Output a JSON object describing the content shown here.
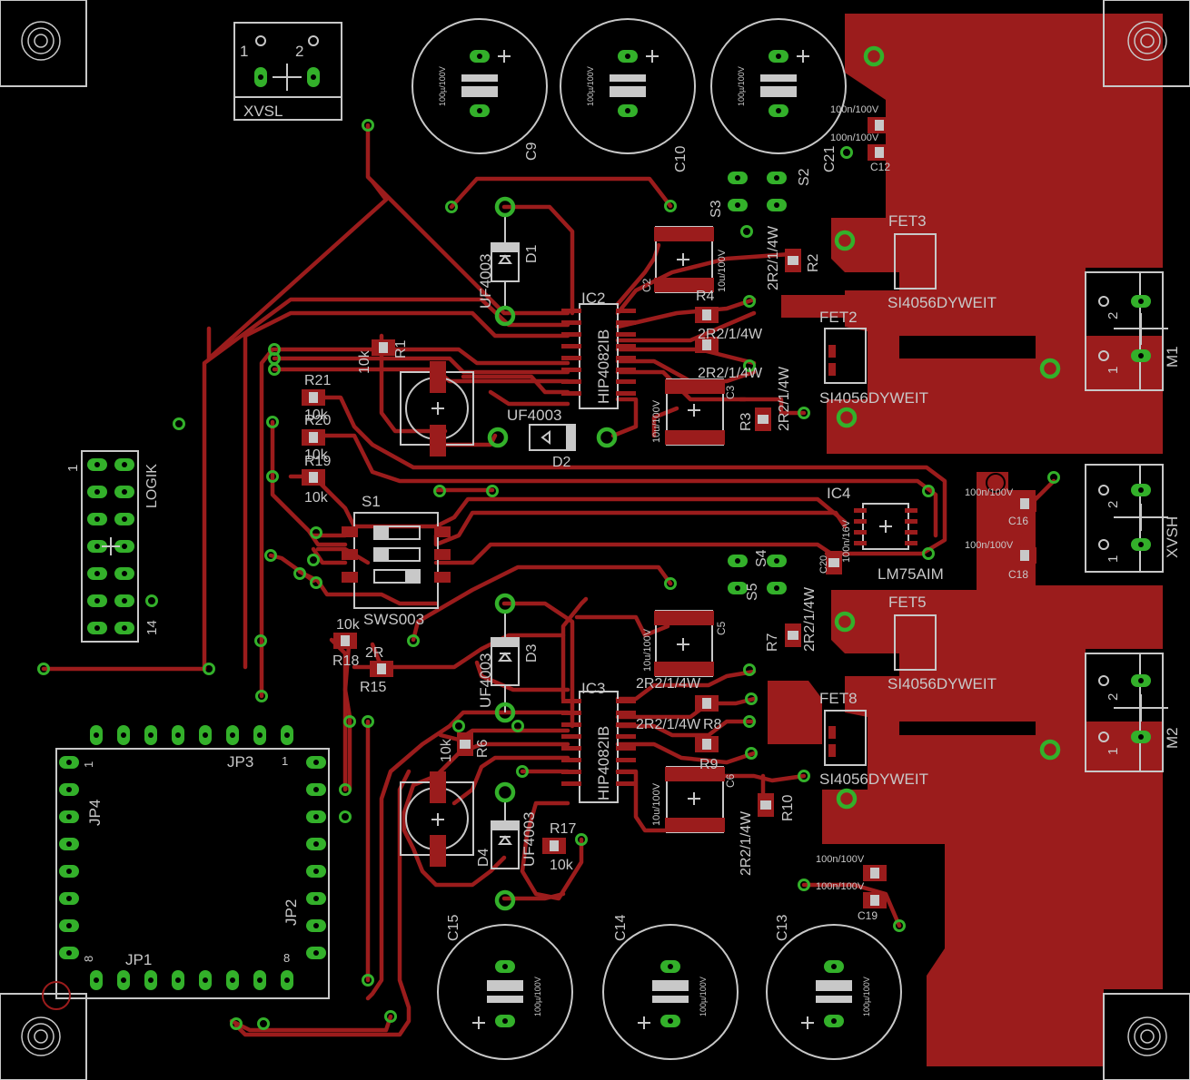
{
  "colors": {
    "background": "#000000",
    "copper": "#9b1c1c",
    "pad": "#33b02a",
    "silkscreen": "#c8c8c8",
    "pad_hole": "#000000"
  },
  "labels": {
    "xvsl": "XVSL",
    "xvsl_pin1": "1",
    "xvsl_pin2": "2",
    "c9": "C9",
    "c10": "C10",
    "c21": "C21",
    "c12": "C12",
    "cap_bulk_value": "100µ/100V",
    "cap_small_value": "100n/100V",
    "d1": "D1",
    "d1_value": "UF4003",
    "d2": "D2",
    "d2_value": "UF4003",
    "d3": "D3",
    "d3_value": "UF4003",
    "d4": "D4",
    "d4_value": "UF4003",
    "ic2": "IC2",
    "ic2_value": "HIP4082IB",
    "ic3": "IC3",
    "ic3_value": "HIP4082IB",
    "ic4": "IC4",
    "ic4_value": "LM75AIM",
    "s1": "S1",
    "s1_value": "SWS003",
    "s2": "S2",
    "s3": "S3",
    "s4": "S4",
    "s5": "S5",
    "fet3": "FET3",
    "fet2": "FET2",
    "fet5": "FET5",
    "fet8": "FET8",
    "fet_value": "SI4056DYWEIT",
    "r1": "R1",
    "r2": "R2",
    "r3": "R3",
    "r4": "R4",
    "r6": "R6",
    "r7": "R7",
    "r8": "R8",
    "r9": "R9",
    "r10": "R10",
    "r15": "R15",
    "r17": "R17",
    "r18": "R18",
    "r19": "R19",
    "r20": "R20",
    "r21": "R21",
    "r_10k": "10k",
    "r_2r2": "2R2/1/4W",
    "r_2r": "2R",
    "c2": "C2",
    "c3": "C3",
    "c5": "C5",
    "c6": "C6",
    "c2_value": "10u/100V",
    "c16": "C16",
    "c18": "C18",
    "c19": "C19",
    "c20": "C20",
    "c20_value": "100n/16V",
    "c13": "C13",
    "c14": "C14",
    "c15": "C15",
    "m1": "M1",
    "m2": "M2",
    "xvsh": "XVSH",
    "logik": "LOGIK",
    "logik_pin1": "1",
    "logik_pin14": "14",
    "jp1": "JP1",
    "jp2": "JP2",
    "jp3": "JP3",
    "jp4": "JP4",
    "jp_1": "1",
    "jp_8": "8",
    "pin1": "1",
    "pin2": "2"
  }
}
